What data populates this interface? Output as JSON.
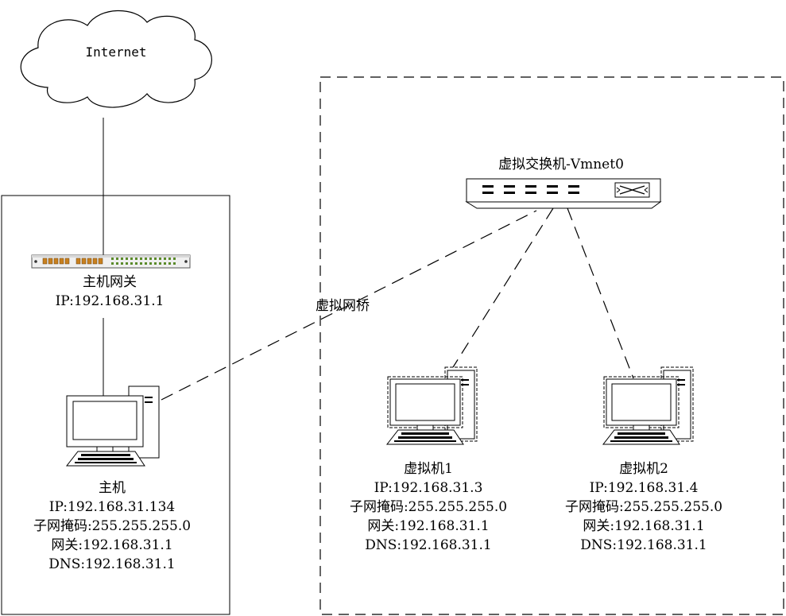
{
  "internet": {
    "label": "Internet"
  },
  "gateway": {
    "name": "主机网关",
    "ip": "IP:192.168.31.1"
  },
  "switch": {
    "name": "虚拟交换机-Vmnet0"
  },
  "bridge": {
    "label": "虚拟网桥"
  },
  "host": {
    "name": "主机",
    "ip": "IP:192.168.31.134",
    "mask": "子网掩码:255.255.255.0",
    "gateway": "网关:192.168.31.1",
    "dns": "DNS:192.168.31.1"
  },
  "vm1": {
    "name": "虚拟机1",
    "ip": "IP:192.168.31.3",
    "mask": "子网掩码:255.255.255.0",
    "gateway": "网关:192.168.31.1",
    "dns": "DNS:192.168.31.1"
  },
  "vm2": {
    "name": "虚拟机2",
    "ip": "IP:192.168.31.4",
    "mask": "子网掩码:255.255.255.0",
    "gateway": "网关:192.168.31.1",
    "dns": "DNS:192.168.31.1"
  },
  "colors": {
    "line": "#000000",
    "background": "#ffffff",
    "port_orange": "#c8801e",
    "port_green": "#5a8a2a"
  },
  "icons": [
    "cloud-icon",
    "gateway-router-icon",
    "virtual-switch-icon",
    "host-computer-icon",
    "vm1-computer-icon",
    "vm2-computer-icon"
  ]
}
